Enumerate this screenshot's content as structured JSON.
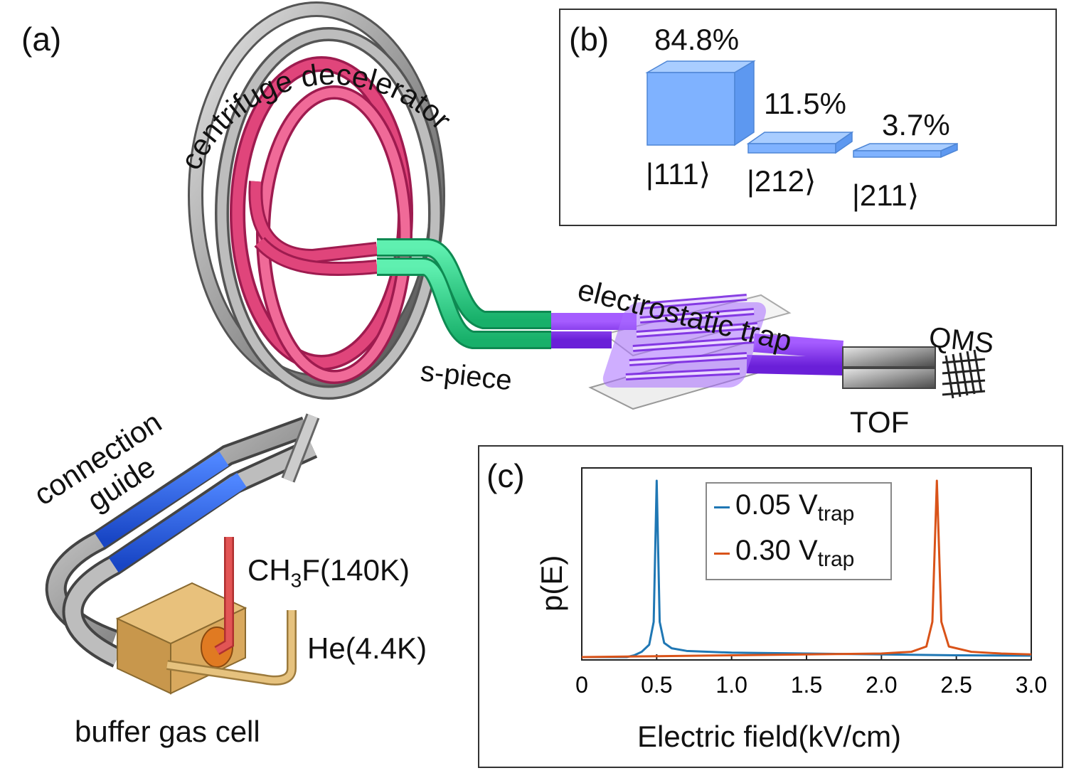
{
  "panel_a": {
    "label": "(a)",
    "components": {
      "centrifuge": "centrifuge decelerator",
      "spiece": "s-piece",
      "trap": "electrostatic trap",
      "qms": "QMS",
      "tof": "TOF",
      "guide_line1": "connection",
      "guide_line2": "guide",
      "ch3f_pre": "CH",
      "ch3f_sub": "3",
      "ch3f_post": "F(140K)",
      "helium": "He(4.4K)",
      "cell": "buffer gas cell"
    }
  },
  "panel_b": {
    "label": "(b)",
    "states": [
      {
        "ket": "|111⟩",
        "percent": "84.8%",
        "fraction": 0.848
      },
      {
        "ket": "|212⟩",
        "percent": "11.5%",
        "fraction": 0.115
      },
      {
        "ket": "|211⟩",
        "percent": "3.7%",
        "fraction": 0.037
      }
    ]
  },
  "panel_c": {
    "label": "(c)"
  },
  "colors": {
    "gray_tube": "#a8a8a8",
    "pink_tube": "#e0457b",
    "green_tube": "#2fd58a",
    "purple_tube": "#8a3cf0",
    "blue_tube": "#2c64e6",
    "cell": "#d9a95e",
    "cube": "#7fb2ff",
    "series_blue": "#1f77b4",
    "series_orange": "#d95319"
  },
  "chart_data": {
    "type": "line",
    "xlabel": "Electric field(kV/cm)",
    "ylabel": "p(E)",
    "xlim": [
      0,
      3.0
    ],
    "ylim": [
      0,
      1.0
    ],
    "x_ticks": [
      "0",
      "0.5",
      "1.0",
      "1.5",
      "2.0",
      "2.5",
      "3.0"
    ],
    "legend_position": "top-center",
    "series": [
      {
        "name_main": "0.05 V",
        "name_sub": "trap",
        "color": "#1f77b4",
        "peak_x": 0.5,
        "x": [
          0.0,
          0.3,
          0.35,
          0.4,
          0.45,
          0.48,
          0.5,
          0.52,
          0.55,
          0.6,
          0.7,
          1.0,
          1.5,
          2.0,
          2.5,
          3.0
        ],
        "y": [
          0.0,
          0.0,
          0.01,
          0.03,
          0.07,
          0.2,
          1.0,
          0.2,
          0.08,
          0.05,
          0.035,
          0.025,
          0.02,
          0.015,
          0.01,
          0.008
        ]
      },
      {
        "name_main": "0.30 V",
        "name_sub": "trap",
        "color": "#d95319",
        "peak_x": 2.37,
        "x": [
          0.0,
          0.5,
          1.0,
          1.5,
          2.0,
          2.2,
          2.3,
          2.34,
          2.37,
          2.4,
          2.45,
          2.6,
          2.8,
          3.0
        ],
        "y": [
          0.0,
          0.005,
          0.01,
          0.015,
          0.02,
          0.03,
          0.06,
          0.2,
          1.0,
          0.2,
          0.06,
          0.03,
          0.02,
          0.015
        ]
      }
    ]
  }
}
